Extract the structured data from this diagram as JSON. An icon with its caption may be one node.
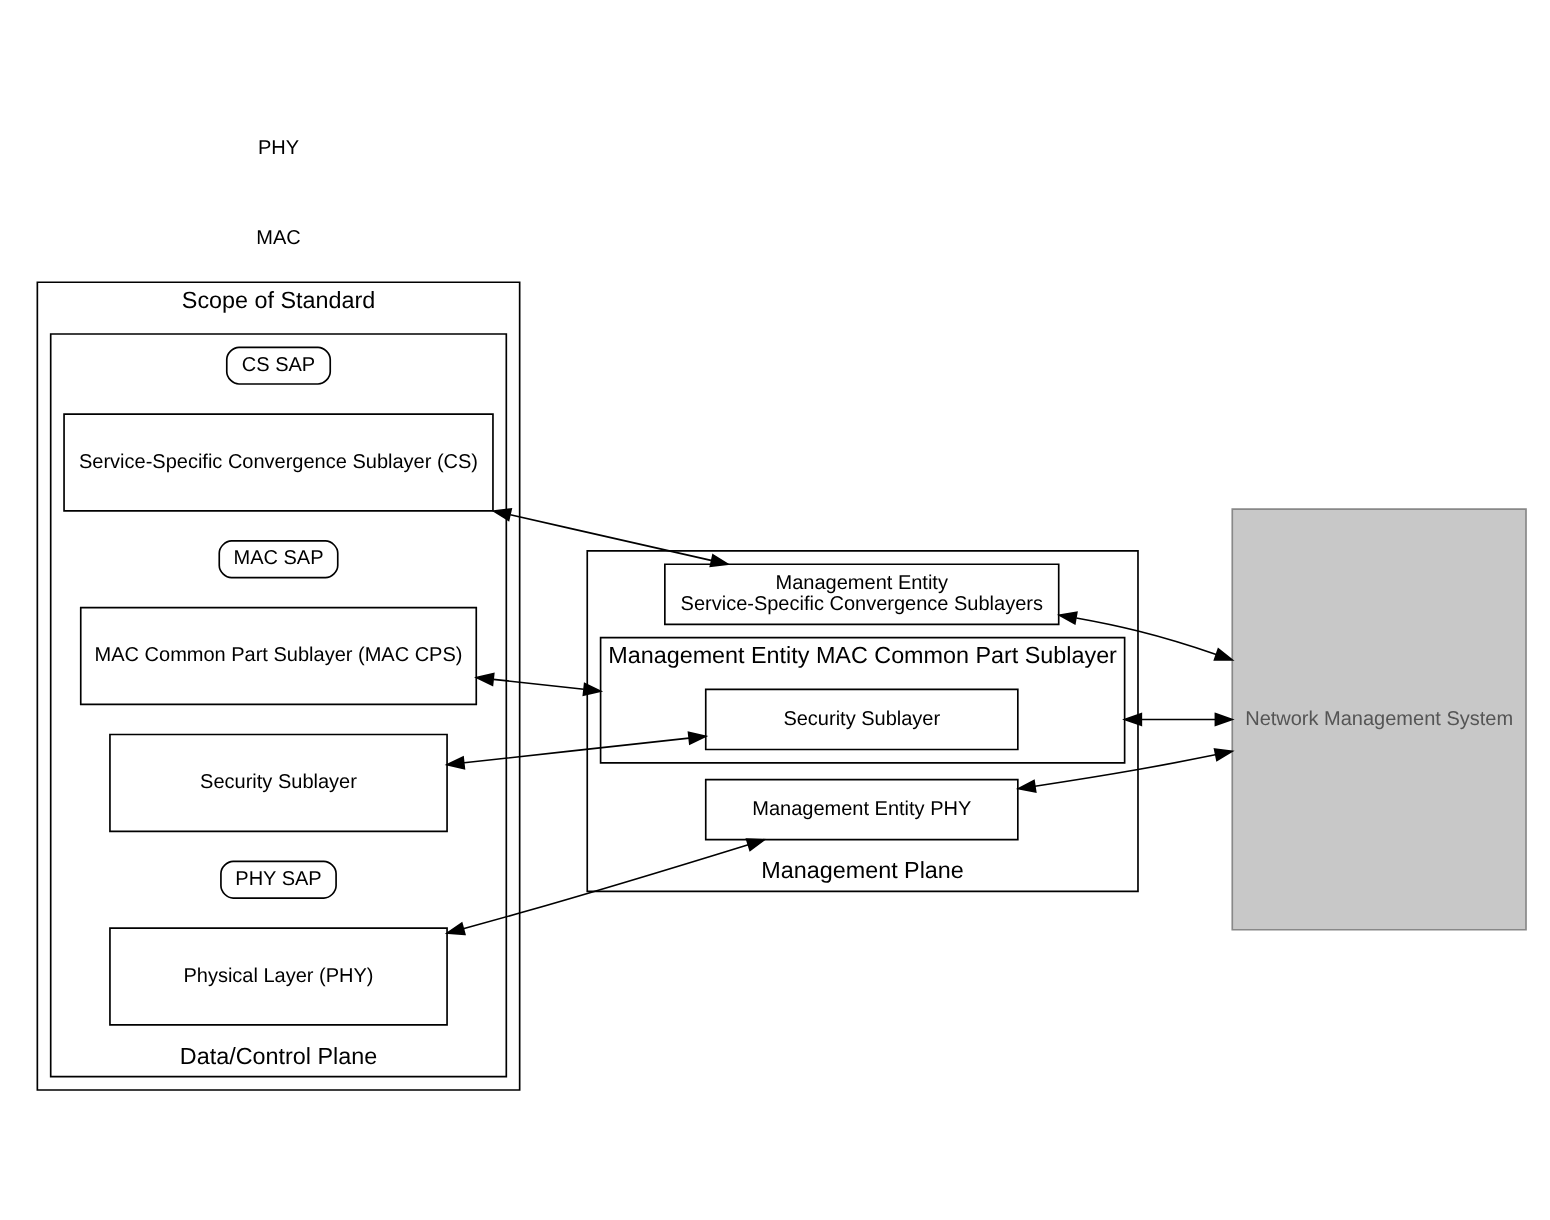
{
  "diagram": {
    "nodes": [
      {
        "text": [
          "Scope of Standard"
        ]
      },
      {
        "text": [
          "Data/Control Plane"
        ],
        "in": 0
      },
      {
        "text": [
          "CS SAP"
        ],
        "in": 1
      },
      {
        "text": [
          "Service-Specific Convergence Sublayer (CS)"
        ],
        "in": 1
      },
      {
        "text": [
          "MAC SAP"
        ],
        "in": 1
      },
      {
        "text": [
          "MAC Common Part Sublayer (MAC CPS)"
        ],
        "in": 1
      },
      {
        "text": [
          "Security Sublayer"
        ],
        "in": 1
      },
      {
        "text": [
          "PHY SAP"
        ],
        "in": 1
      },
      {
        "text": [
          "Physical Layer (PHY)"
        ],
        "in": 1
      },
      {
        "text": [
          "Management Plane"
        ]
      },
      {
        "text": [
          "Management Entity",
          "Service-Specific Convergence Sublayers"
        ],
        "in": 9
      },
      {
        "text": [
          "Management Entity MAC Common Part Sublayer"
        ],
        "in": 9
      },
      {
        "text": [
          "Security Sublayer"
        ],
        "in": 11
      },
      {
        "text": [
          "Management Entity PHY"
        ],
        "in": 9
      },
      {
        "text": [
          "Network Management System"
        ]
      }
    ],
    "edges": [
      {
        "from": 3,
        "to": 10,
        "arrow": "both"
      },
      {
        "from": 5,
        "to": 11,
        "arrow": "both"
      },
      {
        "from": 6,
        "to": 12,
        "arrow": "both"
      },
      {
        "from": 8,
        "to": 13,
        "arrow": "both"
      },
      {
        "from": 10,
        "to": 14,
        "arrow": "both"
      },
      {
        "from": 11,
        "to": 14,
        "arrow": "both"
      },
      {
        "from": 13,
        "to": 14,
        "arrow": "both"
      }
    ],
    "labels": [
      "MAC",
      "PHY"
    ]
  }
}
